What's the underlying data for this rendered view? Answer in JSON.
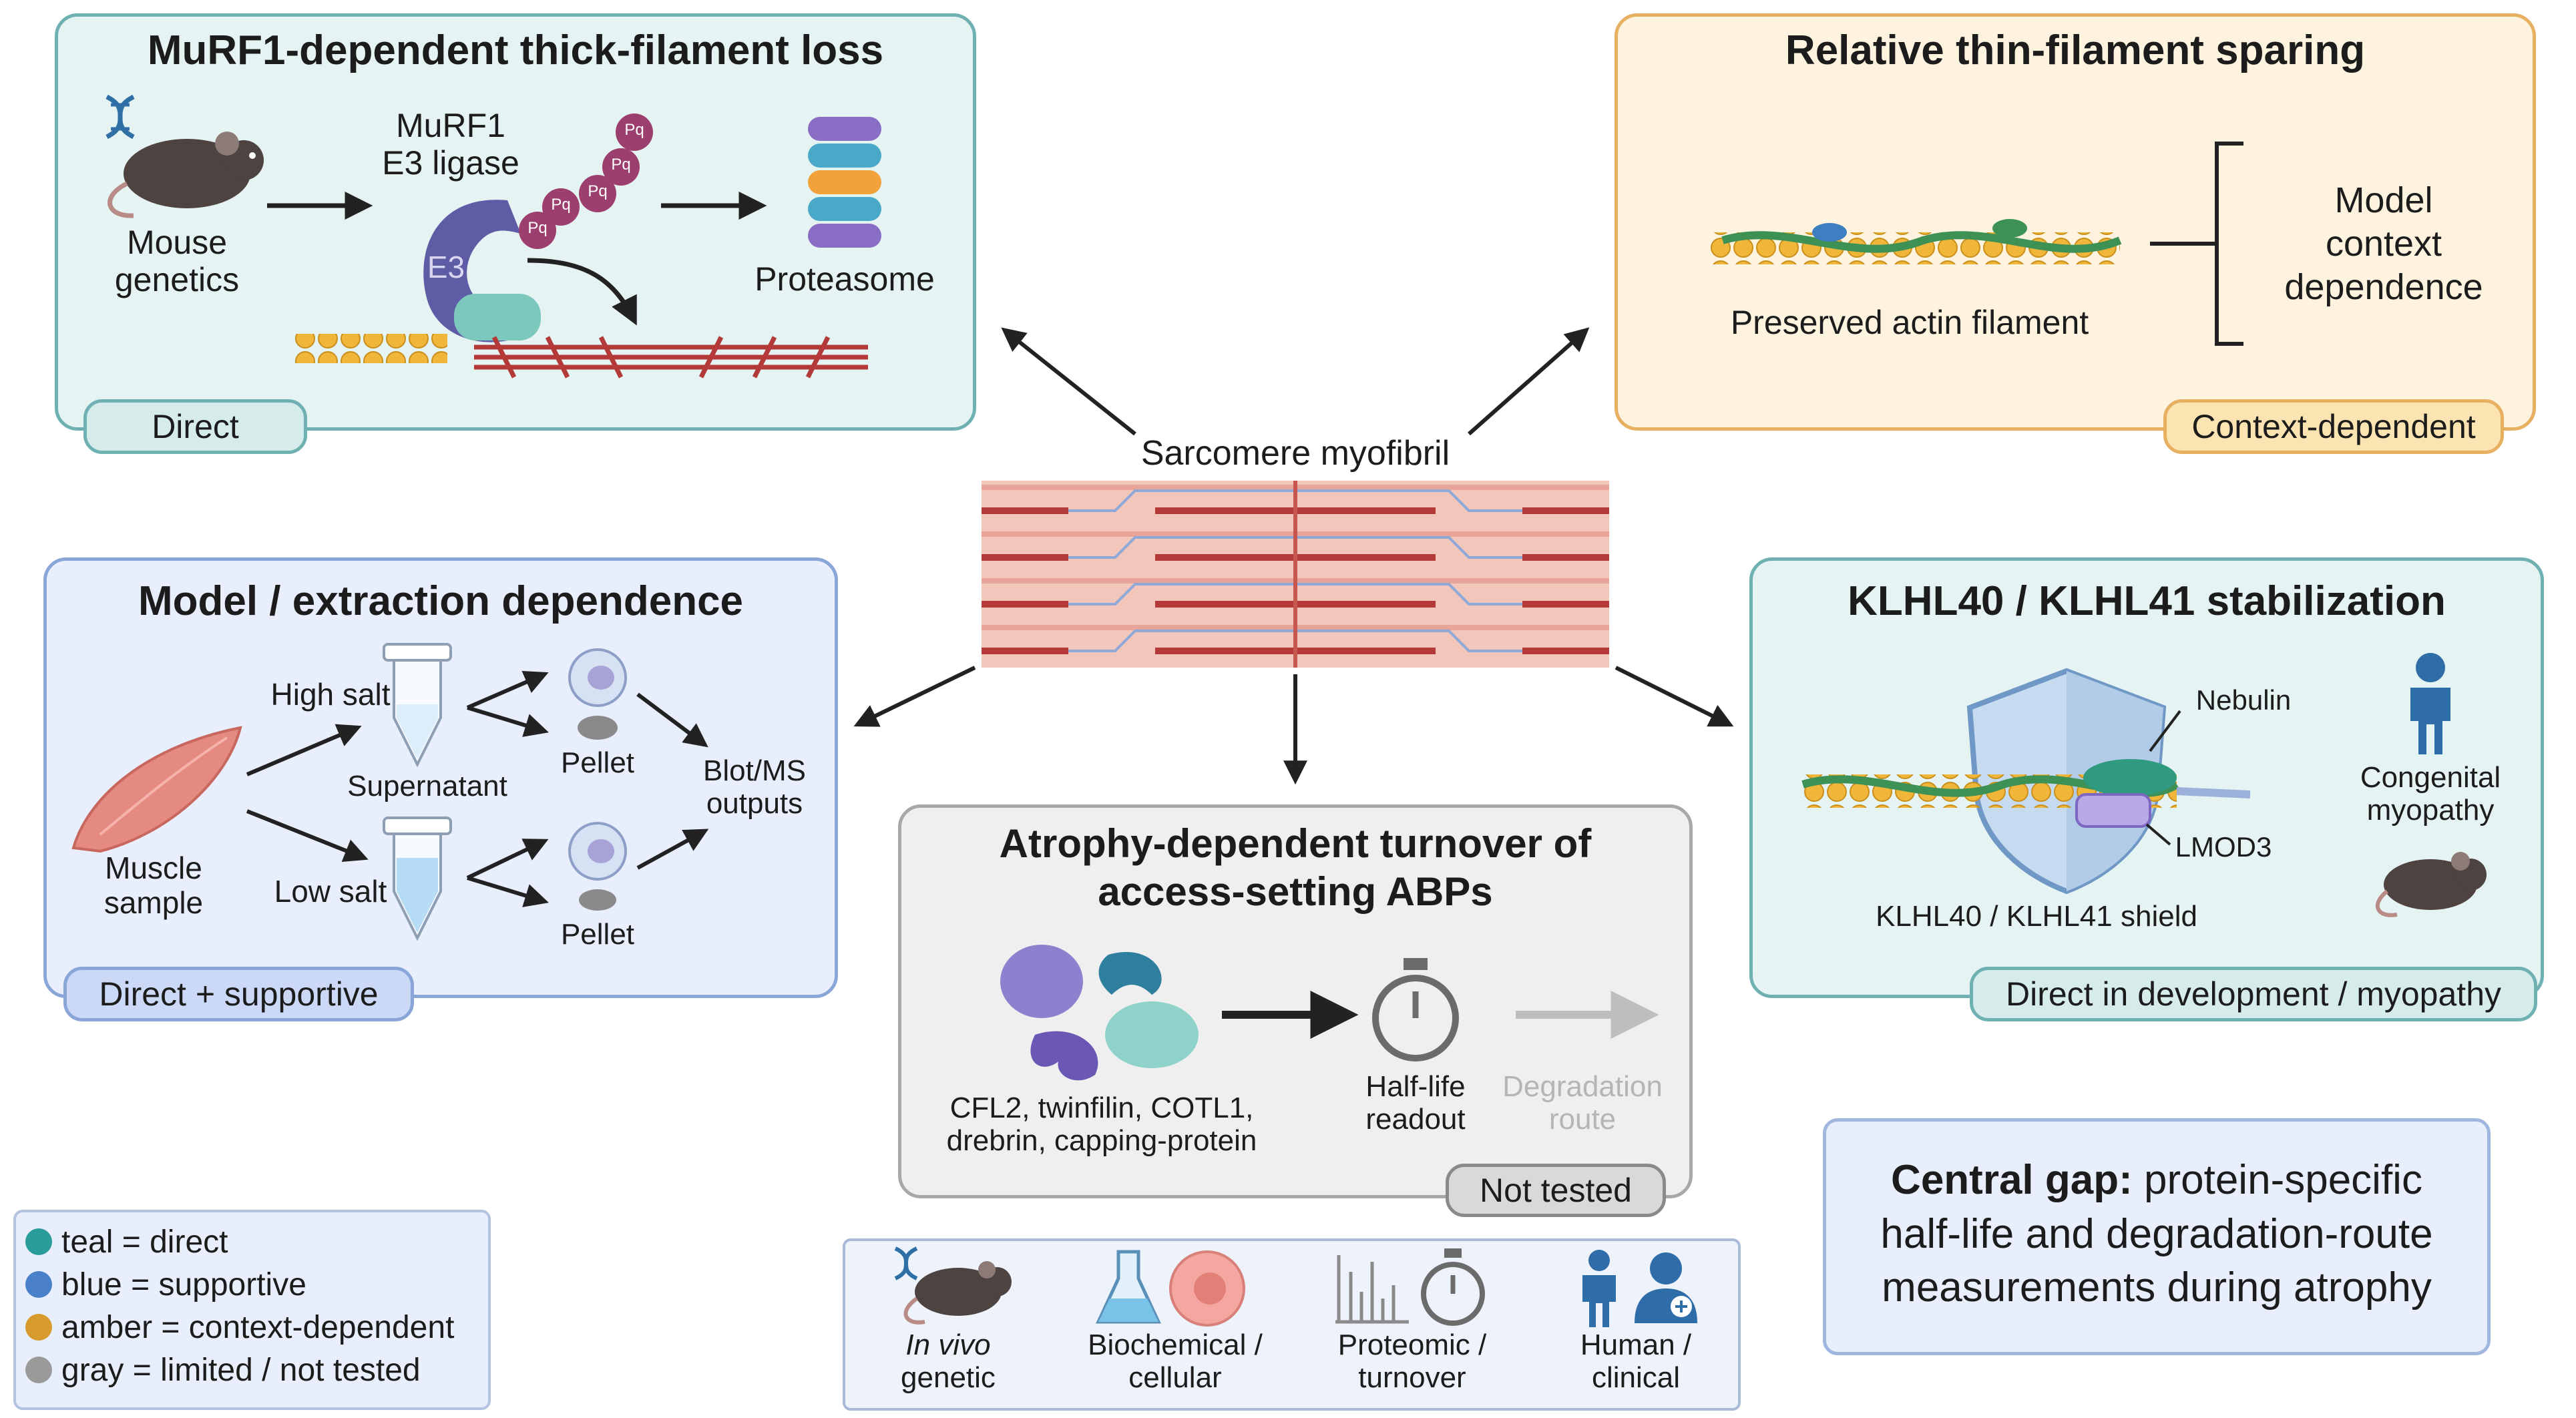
{
  "center": {
    "label": "Sarcomere myofibril"
  },
  "panel_murf1": {
    "title": "MuRF1-dependent thick-filament loss",
    "mouse_label": "Mouse\ngenetics",
    "ligase_label": "MuRF1\nE3 ligase",
    "e3_label": "E3",
    "pq_label": "Pq",
    "proteasome_label": "Proteasome",
    "tag": "Direct"
  },
  "panel_thin": {
    "title": "Relative thin-filament sparing",
    "actin_label": "Preserved actin filament",
    "context_label": "Model\ncontext\ndependence",
    "tag": "Context-dependent"
  },
  "panel_extraction": {
    "title": "Model / extraction dependence",
    "muscle_label": "Muscle\nsample",
    "high_salt": "High salt",
    "low_salt": "Low salt",
    "supernatant": "Supernatant",
    "pellet_top": "Pellet",
    "pellet_bottom": "Pellet",
    "outputs": "Blot/MS\noutputs",
    "tag": "Direct + supportive"
  },
  "panel_atrophy": {
    "title": "Atrophy-dependent turnover of\naccess-setting ABPs",
    "proteins": "CFL2, twinfilin, COTL1,\ndrebrin, capping-protein",
    "halflife": "Half-life\nreadout",
    "degradation": "Degradation\nroute",
    "tag": "Not tested"
  },
  "panel_klhl": {
    "title": "KLHL40 / KLHL41 stabilization",
    "nebulin": "Nebulin",
    "lmod3": "LMOD3",
    "shield": "KLHL40 / KLHL41 shield",
    "myopathy": "Congenital\nmyopathy",
    "tag": "Direct in development / myopathy"
  },
  "gap": {
    "bold": "Central gap:",
    "text": " protein-specific\nhalf-life and degradation-route\nmeasurements during atrophy"
  },
  "legend": {
    "items": [
      {
        "label": "teal = direct",
        "color": "#2a9d9a"
      },
      {
        "label": "blue = supportive",
        "color": "#4a7fc9"
      },
      {
        "label": "amber = context-dependent",
        "color": "#d69a2d"
      },
      {
        "label": "gray = limited / not tested",
        "color": "#9a9a9a"
      }
    ]
  },
  "evidence": {
    "invivo_italic": "In vivo",
    "invivo_rest": "genetic",
    "biochem": "Biochemical /\ncellular",
    "proteomic": "Proteomic /\nturnover",
    "human": "Human /\nclinical"
  },
  "colors": {
    "teal_bg": "#e6f3f3",
    "teal_border": "#6fb1b3",
    "amber_bg": "#fdf3de",
    "amber_border": "#e6b060",
    "blue_bg": "#e8eefb",
    "blue_border": "#8aa6d8",
    "gray_bg": "#efefef",
    "gray_border": "#a8a8a8"
  }
}
